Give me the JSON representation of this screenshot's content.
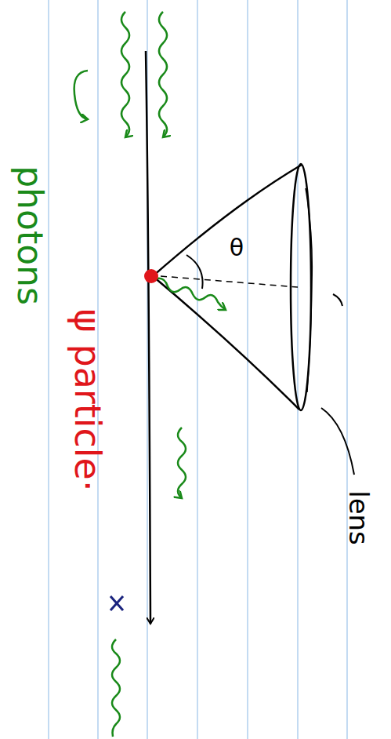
{
  "diagram": {
    "labels": [
      "lens",
      "θ",
      "ψ particle·",
      "photons"
    ]
  }
}
